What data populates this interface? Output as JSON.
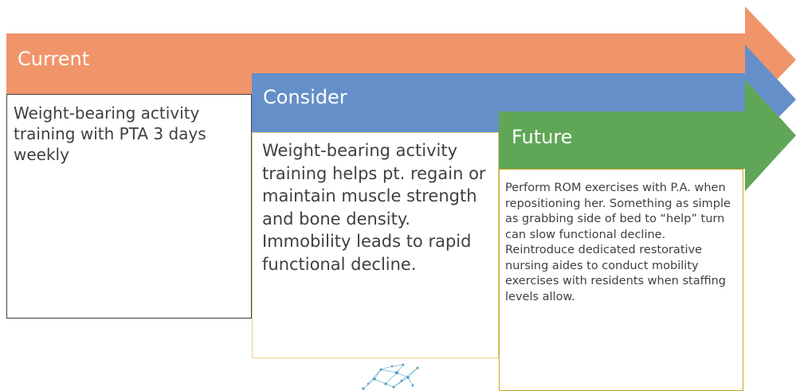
{
  "stages": [
    {
      "title": "Current",
      "color": "#f0956a",
      "text": "Weight-bearing activity training with PTA 3 days weekly"
    },
    {
      "title": "Consider",
      "color": "#658fc9",
      "text": "Weight-bearing activity training helps pt. regain or maintain muscle strength and bone density. Immobility leads to rapid functional decline."
    },
    {
      "title": "Future",
      "color": "#5fa756",
      "text": "Perform ROM exercises with P.A. when repositioning her. Something as simple as grabbing side of bed to “help” turn can slow functional decline. Reintroduce dedicated restorative nursing aides to conduct mobility exercises with residents when staffing levels allow."
    }
  ],
  "watermark_icon": "network-globe-icon"
}
